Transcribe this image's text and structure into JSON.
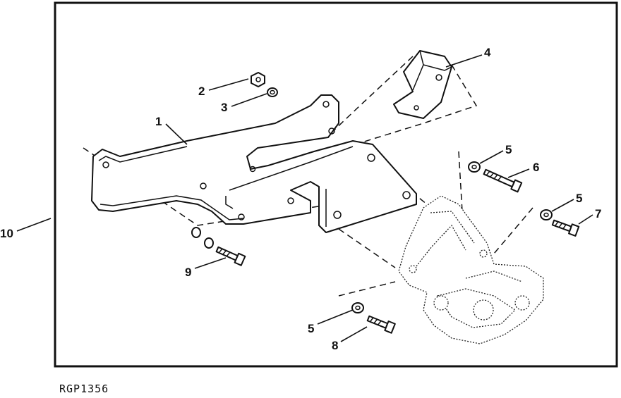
{
  "figure": {
    "id_label": "RGP1356",
    "callouts": {
      "c1": "1",
      "c2": "2",
      "c3": "3",
      "c4": "4",
      "c5a": "5",
      "c5b": "5",
      "c5c": "5",
      "c6": "6",
      "c7": "7",
      "c8": "8",
      "c9": "9",
      "c10": "10"
    }
  }
}
